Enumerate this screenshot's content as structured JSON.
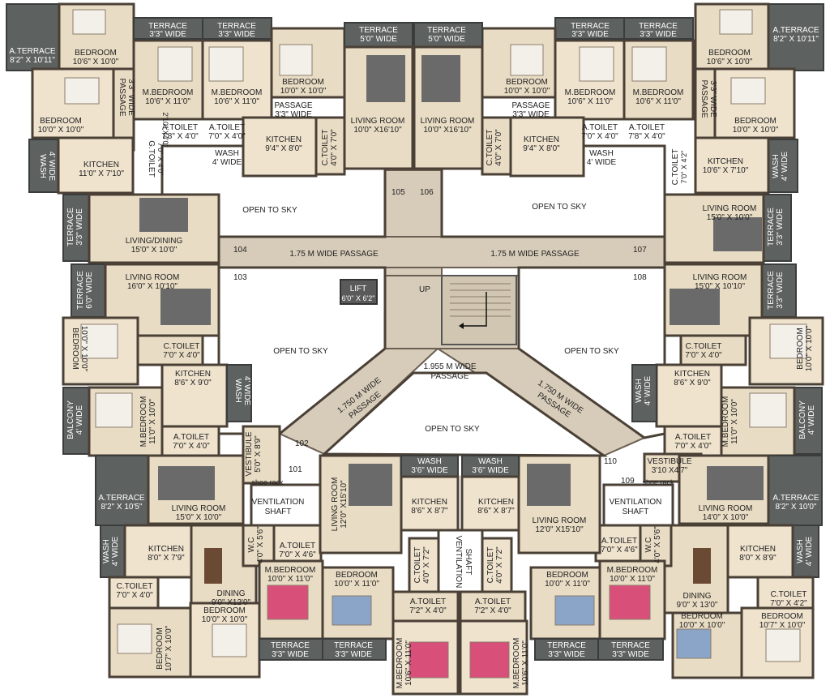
{
  "plan": {
    "open_sky": "OPEN TO SKY",
    "passage_175": "1.75 M WIDE PASSAGE",
    "passage_1955_a": "1.955 M WIDE",
    "passage_1955_b": "PASSAGE",
    "passage_1750_a": "1.750 M WIDE",
    "passage_1750_b": "PASSAGE",
    "lift_a": "LIFT",
    "lift_b": "6'0\" X 6'2\"",
    "up": "UP",
    "vent_a": "VENTILATION",
    "vent_b": "SHAFT",
    "doors": [
      "105",
      "106",
      "104",
      "107",
      "103",
      "108",
      "102",
      "101",
      "110",
      "109"
    ],
    "shoe_rack": "shoe rack",
    "rooms": {
      "a_terrace": "A.TERRACE",
      "a_terrace_tl": "8'2\" X 10'11\"",
      "a_terrace_tr": "8'2\" X 10'11\"",
      "a_terrace_bl": "8'2\" X 10'5\"",
      "a_terrace_br": "8'2\" X 10'0\"",
      "bedroom": "BEDROOM",
      "m_bedroom": "M.BEDROOM",
      "living_room": "LIVING ROOM",
      "living_dining": "LIVING/DINING",
      "kitchen": "KITCHEN",
      "a_toilet": "A.TOILET",
      "c_toilet": "C.TOILET",
      "g_toilet": "G.TOILET",
      "wash": "WASH",
      "terrace": "TERRACE",
      "passage": "PASSAGE",
      "balcony": "BALCONY",
      "vestibule": "VESTIBULE",
      "dining": "DINING",
      "wc": "W.C",
      "wide_4": "4' WIDE",
      "wide_33": "3'3\" WIDE",
      "wide_50": "5'0\" WIDE",
      "wide_60": "6'0\" WIDE",
      "wide_36": "3'6\" WIDE",
      "d_10_6_x_10_0": "10'6\" X 10'0\"",
      "d_10_6_x_11_0": "10'6\" X 11'0\"",
      "d_10_0_x_10_0": "10'0\" X 10'0\"",
      "d_10_0_x_16_10": "10'0\" X16'10\"",
      "d_9_4_x_8_0": "9'4\" X 8'0\"",
      "d_7_8_x_4_0": "7'8\" X 4'0\"",
      "d_7_0_x_4_0": "7'0\" X 4'0\"",
      "d_4_0_x_7_0": "4'0\" X 7'0\"",
      "d_11_0_x_7_10": "11'0\" X 7'10\"",
      "d_10_6_x_7_10": "10'6\" X 7'10\"",
      "d_7_0_x_4_2": "7'0\" X 4'2\"",
      "d_15_0_x_10_0": "15'0\" X 10'0\"",
      "d_16_0_x_10_10": "16'0\" X 10'10\"",
      "d_15_0_x_10_10": "15'0\" X 10'10\"",
      "d_8_6_x_9_0": "8'6\" X 9'0\"",
      "d_11_0_x_10_0": "11'0\" X 10'0\"",
      "d_5_0_x_8_9": "5'0\" X 8'9\"",
      "d_3_10_x_4_7": "3'10 X4'7\"",
      "d_14_0_x_10_0": "14'0\" X 10'0\"",
      "d_8_0_x_7_9": "8'0\" X 7'9\"",
      "d_8_0_x_8_9": "8'0\" X 8'9\"",
      "d_7_0_x_4_6": "7'0\" X 4'6\"",
      "d_4_0_x_5_6": "4'0\" X 5'6\"",
      "d_12_0_x_15_10": "12'0\" X15'10\"",
      "d_8_6_x_8_7": "8'6\" X 8'7\"",
      "d_4_0_x_7_2": "4'0\" X 7'2\"",
      "d_10_0_x_11_0": "10'0\" X 11'0\"",
      "d_9_0_x_12_0": "9'0\" X12'0\"",
      "d_9_0_x_13_0": "9'0\" X 13'0\"",
      "d_10_0_x_10_0b": "10'0\" X 10'0\"",
      "d_10_7_x_10_0": "10'7\" X 10'0\"",
      "d_7_2_x_4_0": "7'2\" X 4'0\"",
      "d_10_6_x_11_0b": "10'6\" X 11'0\"",
      "d_2_10_x_4_0": "2'10\" X4'0\""
    }
  }
}
